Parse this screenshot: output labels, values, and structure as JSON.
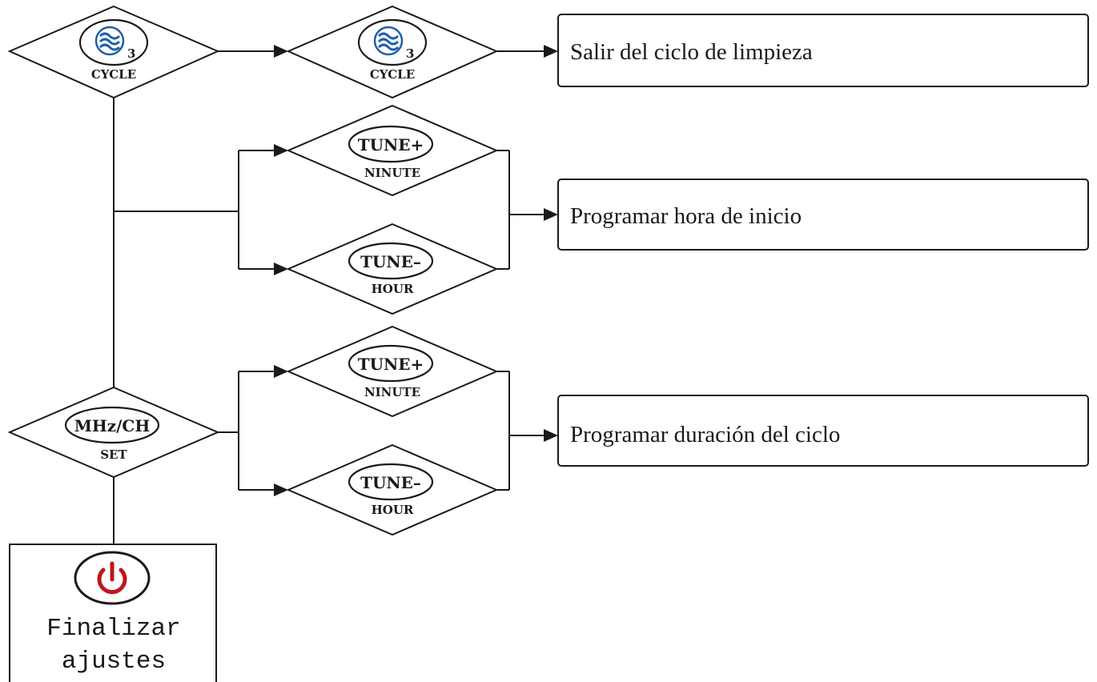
{
  "nodes": {
    "cycle_1": {
      "sub_label": "CYCLE",
      "icon": "waves-icon",
      "icon_index": "3"
    },
    "cycle_2": {
      "sub_label": "CYCLE",
      "icon": "waves-icon",
      "icon_index": "3"
    },
    "tune_plus_1": {
      "label": "TUNE+",
      "sub_label": "NINUTE"
    },
    "tune_minus_1": {
      "label": "TUNE–",
      "sub_label": "HOUR"
    },
    "tune_plus_2": {
      "label": "TUNE+",
      "sub_label": "NINUTE"
    },
    "tune_minus_2": {
      "label": "TUNE–",
      "sub_label": "HOUR"
    },
    "set": {
      "label": "MHz/CH",
      "sub_label": "SET"
    }
  },
  "results": {
    "exit_cycle": "Salir del ciclo de limpieza",
    "start_time": "Programar hora de inicio",
    "duration": "Programar duración del ciclo"
  },
  "final": {
    "icon": "power-icon",
    "line1": "Finalizar",
    "line2": "ajustes"
  },
  "colors": {
    "line": "#1a1a1a",
    "icon_blue": "#1f5fa8",
    "power_red": "#c0151b"
  }
}
